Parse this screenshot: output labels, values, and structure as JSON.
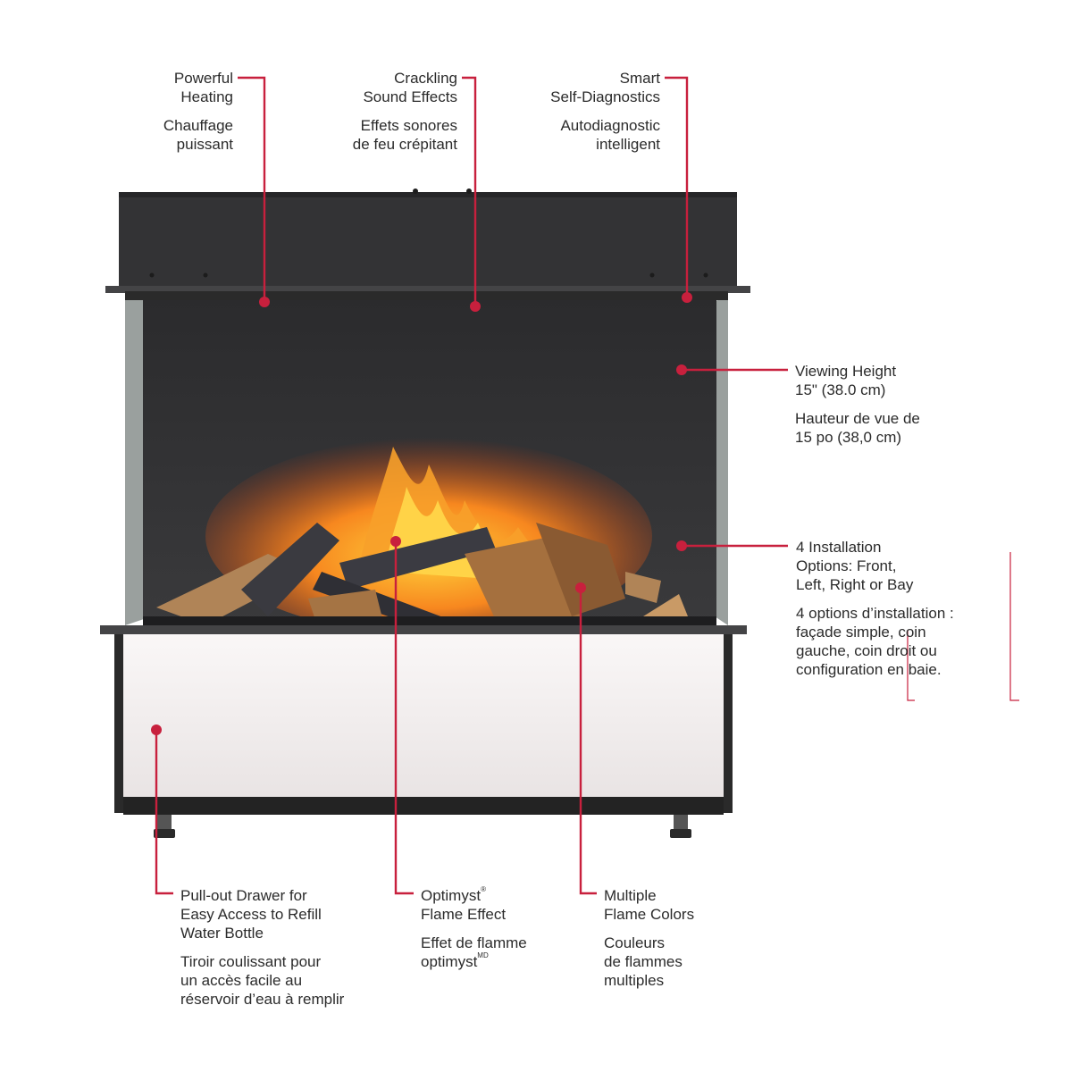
{
  "colors": {
    "leader": "#c8203d",
    "frame": "#2a2a2a",
    "hood": "#353535",
    "glass_back": "#2f2f31",
    "drawer": "#f0eded",
    "flame": "#f58a1f"
  },
  "callouts": {
    "heating": {
      "en": [
        "Powerful",
        "Heating"
      ],
      "fr": [
        "Chauffage",
        "puissant"
      ]
    },
    "sound": {
      "en": [
        "Crackling",
        "Sound Effects"
      ],
      "fr": [
        "Effets sonores",
        "de feu crépitant"
      ]
    },
    "diagnostics": {
      "en": [
        "Smart",
        "Self-Diagnostics"
      ],
      "fr": [
        "Autodiagnostic",
        "intelligent"
      ]
    },
    "viewing": {
      "en": [
        "Viewing Height",
        "15\" (38.0 cm)"
      ],
      "fr": [
        "Hauteur de vue de",
        "15 po (38,0 cm)"
      ]
    },
    "installation": {
      "en": [
        "4 Installation",
        "Options: Front,",
        "Left, Right or Bay"
      ],
      "fr": [
        "4 options d’installation :",
        "façade simple, coin",
        "gauche, coin droit ou",
        "configuration en baie."
      ]
    },
    "drawer": {
      "en": [
        "Pull-out Drawer for",
        "Easy Access to Refill",
        "Water Bottle"
      ],
      "fr": [
        "Tiroir coulissant pour",
        "un accès facile au",
        "réservoir d’eau à remplir"
      ]
    },
    "optimyst": {
      "en": [
        "Optimyst",
        "Flame Effect"
      ],
      "en_mark": "®",
      "fr": [
        "Effet de flamme",
        "optimyst"
      ],
      "fr_mark": "MD"
    },
    "colors_cl": {
      "en": [
        "Multiple",
        "Flame Colors"
      ],
      "fr": [
        "Couleurs",
        "de flammes",
        "multiples"
      ]
    }
  }
}
